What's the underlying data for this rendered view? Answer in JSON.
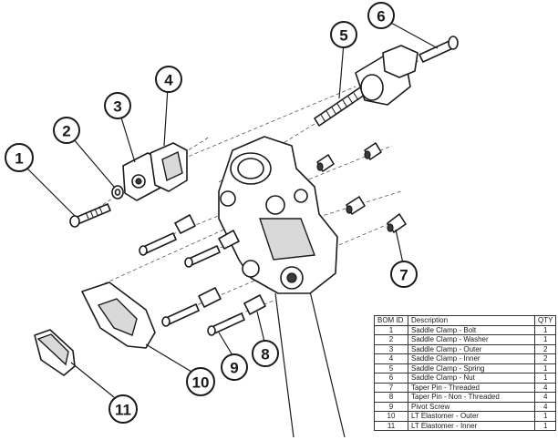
{
  "callouts": [
    {
      "id": "1"
    },
    {
      "id": "2"
    },
    {
      "id": "3"
    },
    {
      "id": "4"
    },
    {
      "id": "5"
    },
    {
      "id": "6"
    },
    {
      "id": "7"
    },
    {
      "id": "8"
    },
    {
      "id": "9"
    },
    {
      "id": "10"
    },
    {
      "id": "11"
    }
  ],
  "bom": {
    "headers": {
      "id": "BOM ID",
      "description": "Description",
      "qty": "QTY"
    },
    "rows": [
      {
        "id": "1",
        "description": "Saddle Clamp - Bolt",
        "qty": "1"
      },
      {
        "id": "2",
        "description": "Saddle Clamp - Washer",
        "qty": "1"
      },
      {
        "id": "3",
        "description": "Saddle Clamp - Outer",
        "qty": "2"
      },
      {
        "id": "4",
        "description": "Saddle Clamp - Inner",
        "qty": "2"
      },
      {
        "id": "5",
        "description": "Saddle Clamp - Spring",
        "qty": "1"
      },
      {
        "id": "6",
        "description": "Saddle Clamp - Nut",
        "qty": "1"
      },
      {
        "id": "7",
        "description": "Taper Pin - Threaded",
        "qty": "4"
      },
      {
        "id": "8",
        "description": "Taper Pin - Non - Threaded",
        "qty": "4"
      },
      {
        "id": "9",
        "description": "Pivot Screw",
        "qty": "4"
      },
      {
        "id": "10",
        "description": "LT Elastomer - Outer",
        "qty": "1"
      },
      {
        "id": "11",
        "description": "LT Elastomer - Inner",
        "qty": "1"
      }
    ]
  }
}
